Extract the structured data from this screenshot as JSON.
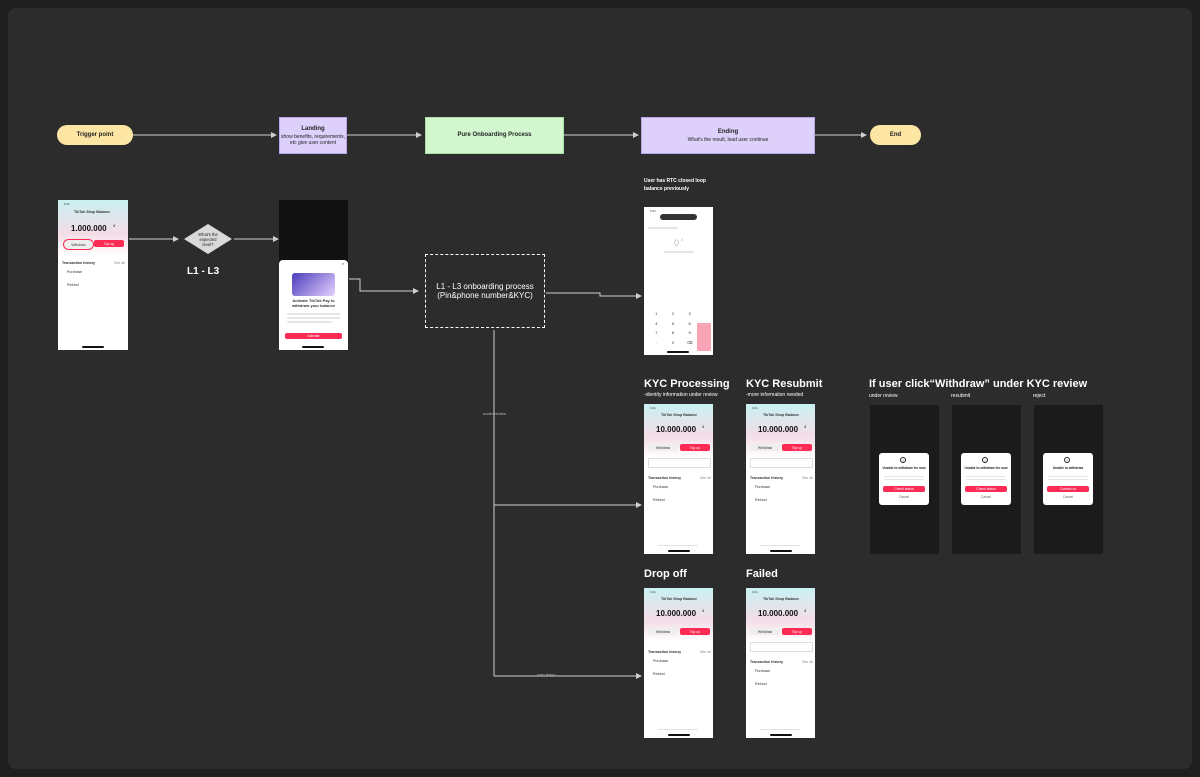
{
  "flow": {
    "trigger": "Trigger point",
    "landing_title": "Landing",
    "landing_desc": "show benefits, requirements, etc give user content",
    "onboarding": "Pure Onboarding Process",
    "ending_title": "Ending",
    "ending_desc": "What's the result, lead user continue",
    "end": "End"
  },
  "decision": {
    "text": "What's the expected level?",
    "level_label": "L1 - L3"
  },
  "process_box": {
    "line1": "L1 - L3 onboarding process",
    "line2": "(Pin&phone number&KYC)"
  },
  "rtc_note": "User has RTC closed loop balance previously",
  "edge_labels": {
    "under_review": "under review",
    "user_leave": "user leave"
  },
  "phone_common": {
    "time": "9:41",
    "header": "TikTok Shop Balance",
    "withdraw": "Withdraw",
    "top_up": "Top up",
    "txn_history": "Transaction history",
    "see_all": "See all",
    "purchase": "Purchase",
    "refund": "Refund"
  },
  "trigger_phone": {
    "balance": "1.000.000",
    "currency": "đ"
  },
  "review_phone": {
    "balance": "10.000.000",
    "currency": "đ"
  },
  "landing_popup": {
    "title": "Activate TikTok Pay to withdraw your balance",
    "cta": "Activate"
  },
  "withdraw_phone": {
    "amount": "0",
    "currency": "đ",
    "keys": [
      "1",
      "2",
      "3",
      "4",
      "5",
      "6",
      "7",
      "8",
      "9",
      ".",
      "0",
      "⌫"
    ]
  },
  "sections": {
    "kyc_processing": {
      "title": "KYC Processing",
      "sub": "-identity information under review"
    },
    "kyc_resubmit": {
      "title": "KYC Resubmit",
      "sub": "-more information needed"
    },
    "drop_off": {
      "title": "Drop off"
    },
    "failed": {
      "title": "Failed"
    },
    "withdraw_review": {
      "title": "If user click“Withdraw” under KYC review",
      "labels": [
        "under review",
        "resubmit",
        "reject"
      ]
    }
  },
  "dialogs": [
    {
      "title": "Unable to withdraw for now",
      "primary": "Check status",
      "secondary": "Cancel"
    },
    {
      "title": "Unable to withdraw for now",
      "primary": "Check status",
      "secondary": "Cancel"
    },
    {
      "title": "Unable to withdraw",
      "primary": "Contact us",
      "secondary": "Cancel"
    }
  ],
  "colors": {
    "accent": "#fe2c55",
    "trigger_fill": "#fde6a4",
    "purple": "#ddd0fb",
    "green": "#d2f7cf",
    "canvas": "#2c2c2c"
  }
}
